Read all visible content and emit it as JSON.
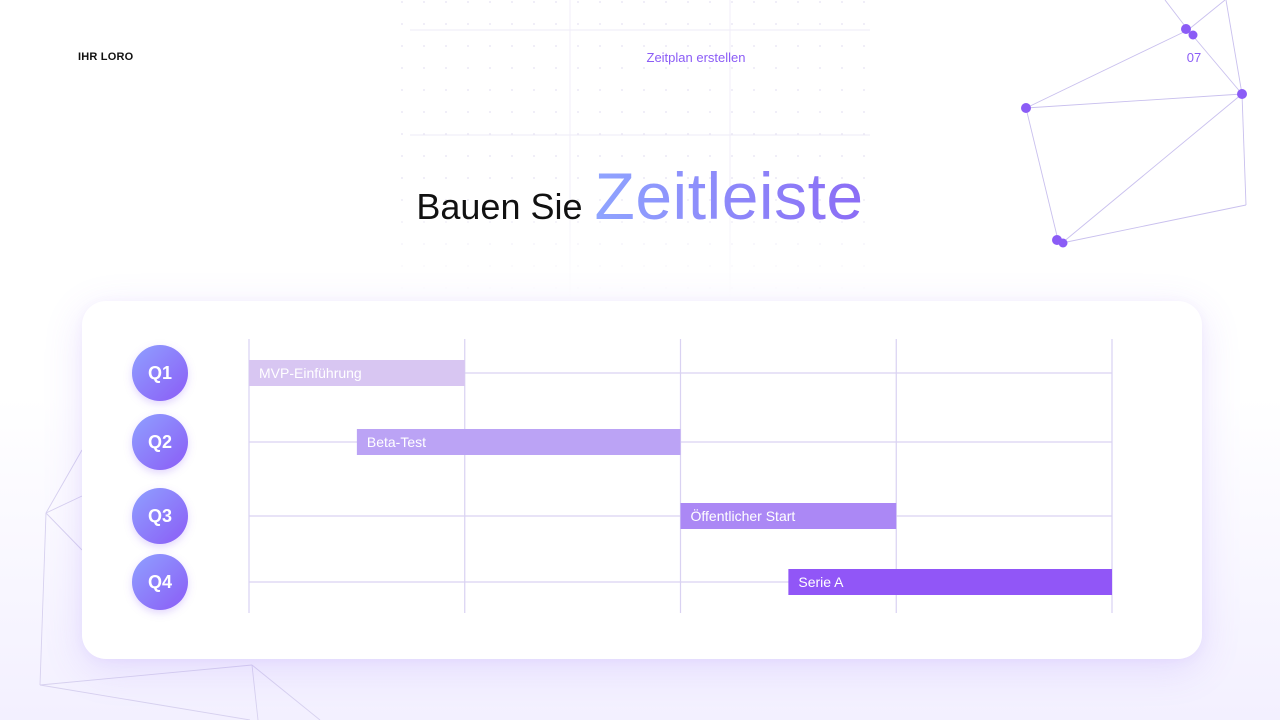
{
  "header": {
    "brand": "IHR LORO",
    "section_title": "Zeitplan erstellen",
    "page_number": "07"
  },
  "headline": {
    "plain": "Bauen Sie",
    "accent": "Zeitleiste"
  },
  "colors": {
    "accent": "#8b5cf6",
    "badge_gradient_start": "#8fa0ff",
    "badge_gradient_end": "#8b5cf6",
    "grid_line": "#d9d2f2",
    "bar_1": "#d8c6f2",
    "bar_2": "#bba3f5",
    "bar_3": "#ab88f5",
    "bar_4": "#9156f7"
  },
  "chart_data": {
    "type": "gantt",
    "columns": 4,
    "rows": [
      {
        "quarter": "Q1",
        "label": "MVP-Einführung",
        "start": 0,
        "end": 1,
        "color": "#d8c6f2"
      },
      {
        "quarter": "Q2",
        "label": "Beta-Test",
        "start": 0.5,
        "end": 2,
        "color": "#bba3f5"
      },
      {
        "quarter": "Q3",
        "label": "Öffentlicher Start",
        "start": 2,
        "end": 3,
        "color": "#ab88f5"
      },
      {
        "quarter": "Q4",
        "label": "Serie A",
        "start": 2.5,
        "end": 4,
        "color": "#9156f7"
      }
    ]
  }
}
